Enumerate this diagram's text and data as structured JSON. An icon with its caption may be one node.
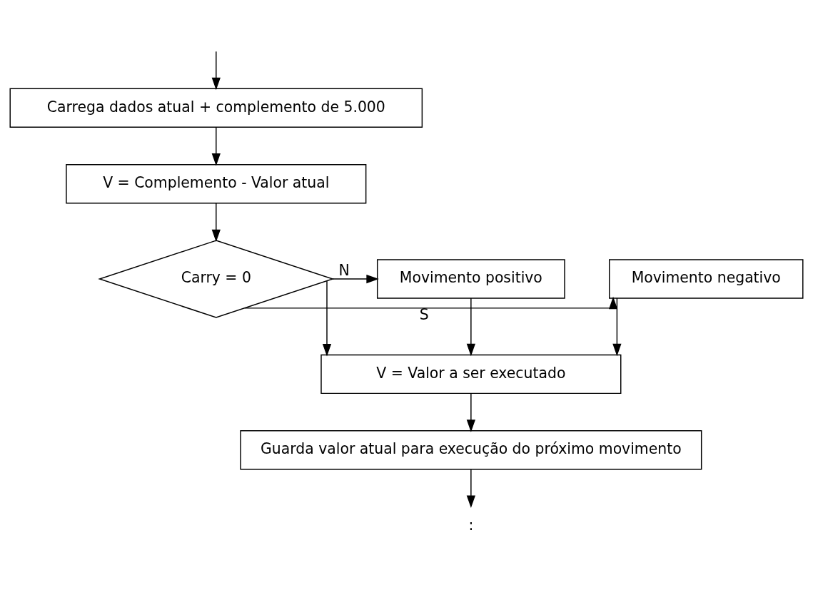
{
  "diagram": {
    "nodes": [
      {
        "text": [
          "Carrega dados atual + complemento de 5.000"
        ]
      },
      {
        "text": [
          "V = Complemento - Valor atual"
        ]
      },
      {
        "text": [
          "Carry = 0"
        ]
      },
      {
        "text": [
          "Movimento negativo"
        ]
      },
      {
        "text": [
          "Movimento positivo"
        ]
      },
      {
        "text": [
          "V = Valor a ser executado"
        ]
      },
      {
        "text": [
          "Guarda valor atual para execução do próximo movimento"
        ]
      },
      {
        "text": [
          ":"
        ]
      }
    ],
    "edges": [
      {
        "from": null,
        "to": 0,
        "arrow": "to"
      },
      {
        "from": 0,
        "to": 1,
        "arrow": "to"
      },
      {
        "from": 1,
        "to": 2,
        "arrow": "to"
      },
      {
        "from": 2,
        "to": 3,
        "arrow": "to",
        "label": "S"
      },
      {
        "from": 2,
        "to": 4,
        "arrow": "to",
        "label": "N"
      },
      {
        "from": 2,
        "to": 5,
        "arrow": "to"
      },
      {
        "from": 3,
        "to": 5,
        "arrow": "to"
      },
      {
        "from": 4,
        "to": 5,
        "arrow": "to"
      },
      {
        "from": 5,
        "to": 6,
        "arrow": "to"
      },
      {
        "from": 6,
        "to": 7,
        "arrow": "to"
      }
    ]
  }
}
